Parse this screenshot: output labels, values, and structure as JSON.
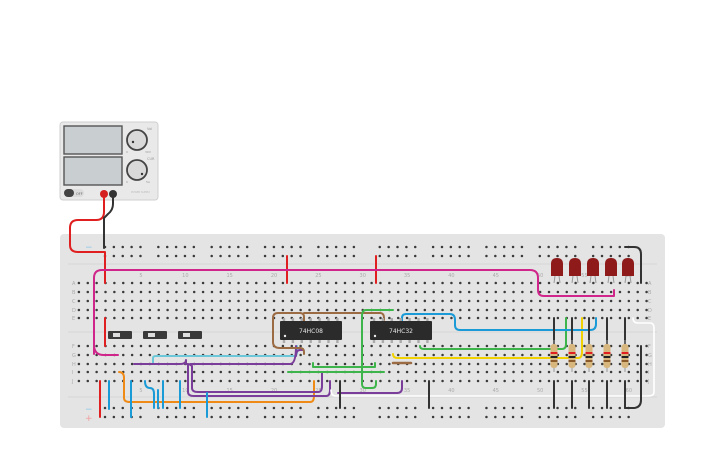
{
  "power_supply": {
    "knob_top_label": "Vol",
    "knob_bottom_label": "CUR",
    "knob_min": "0",
    "knob_top_max": "30V",
    "knob_bottom_max": "5A",
    "switch_label": "OFF",
    "brand_label": "POWER SUPPLY"
  },
  "breadboard": {
    "row_labels_top": [
      "A",
      "B",
      "C",
      "D",
      "E"
    ],
    "row_labels_bottom": [
      "F",
      "G",
      "H",
      "I",
      "J"
    ],
    "column_numbers": [
      "5",
      "10",
      "15",
      "20",
      "25",
      "30",
      "35",
      "40",
      "45",
      "50",
      "55",
      "60"
    ],
    "rail_minus": "−",
    "rail_plus": "+"
  },
  "chips": [
    {
      "label": "74HC08"
    },
    {
      "label": "74HC32"
    }
  ],
  "switches_count": 3,
  "leds_count": 5,
  "resistors_count": 5,
  "colors": {
    "wire_red": "#e02020",
    "wire_black": "#333333",
    "wire_magenta": "#d0268c",
    "wire_blue": "#1a9ad6",
    "wire_lightblue": "#6cc8d8",
    "wire_orange": "#ef8a17",
    "wire_purple": "#7a3d9a",
    "wire_green": "#3db54a",
    "wire_brown": "#9b6b44",
    "wire_yellow": "#f2d100",
    "wire_white": "#ffffff",
    "led": "#8e1a1a",
    "chip": "#2b2b2b",
    "board": "#e4e4e4"
  }
}
